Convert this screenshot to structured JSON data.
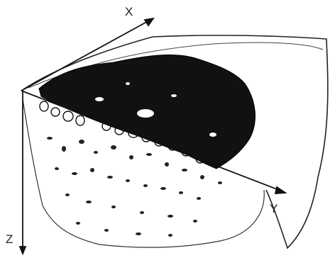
{
  "axes": {
    "x_label": "X",
    "y_label": "Y",
    "z_label": "Z"
  },
  "colors": {
    "ink": "#111111",
    "paper": "#ffffff"
  }
}
